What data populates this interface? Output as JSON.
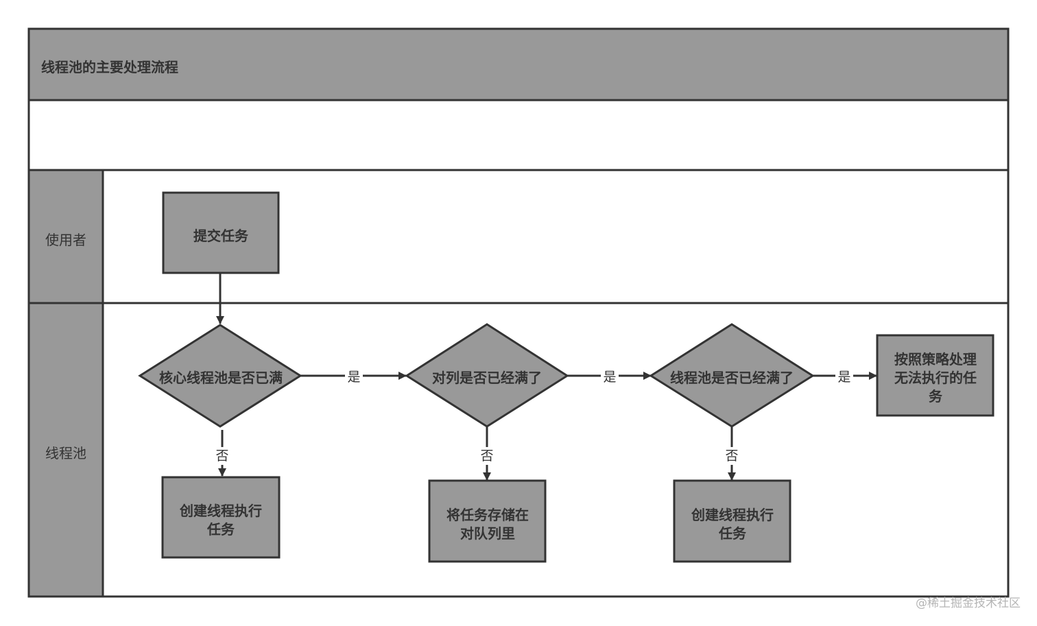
{
  "colors": {
    "fill": "#999999",
    "stroke": "#333333",
    "text": "#333333",
    "background": "#ffffff",
    "watermark": "#b5b5b5"
  },
  "diagram": {
    "title": "线程池的主要处理流程",
    "lanes": {
      "user": "使用者",
      "pool": "线程池"
    },
    "nodes": {
      "submit_task": [
        "提交任务"
      ],
      "core_full": [
        "核心线程池是否已满"
      ],
      "queue_full": [
        "对列是否已经满了"
      ],
      "pool_full": [
        "线程池是否已经满了"
      ],
      "reject_policy": [
        "按照策略处理",
        "无法执行的任",
        "务"
      ],
      "create_core_thread": [
        "创建线程执行",
        "任务"
      ],
      "store_queue": [
        "将任务存储在",
        "对队列里"
      ],
      "create_thread": [
        "创建线程执行",
        "任务"
      ]
    },
    "edge_labels": {
      "core_yes": "是",
      "queue_yes": "是",
      "pool_yes": "是",
      "core_no": "否",
      "queue_no": "否",
      "pool_no": "否"
    }
  },
  "watermark": "@稀土掘金技术社区"
}
